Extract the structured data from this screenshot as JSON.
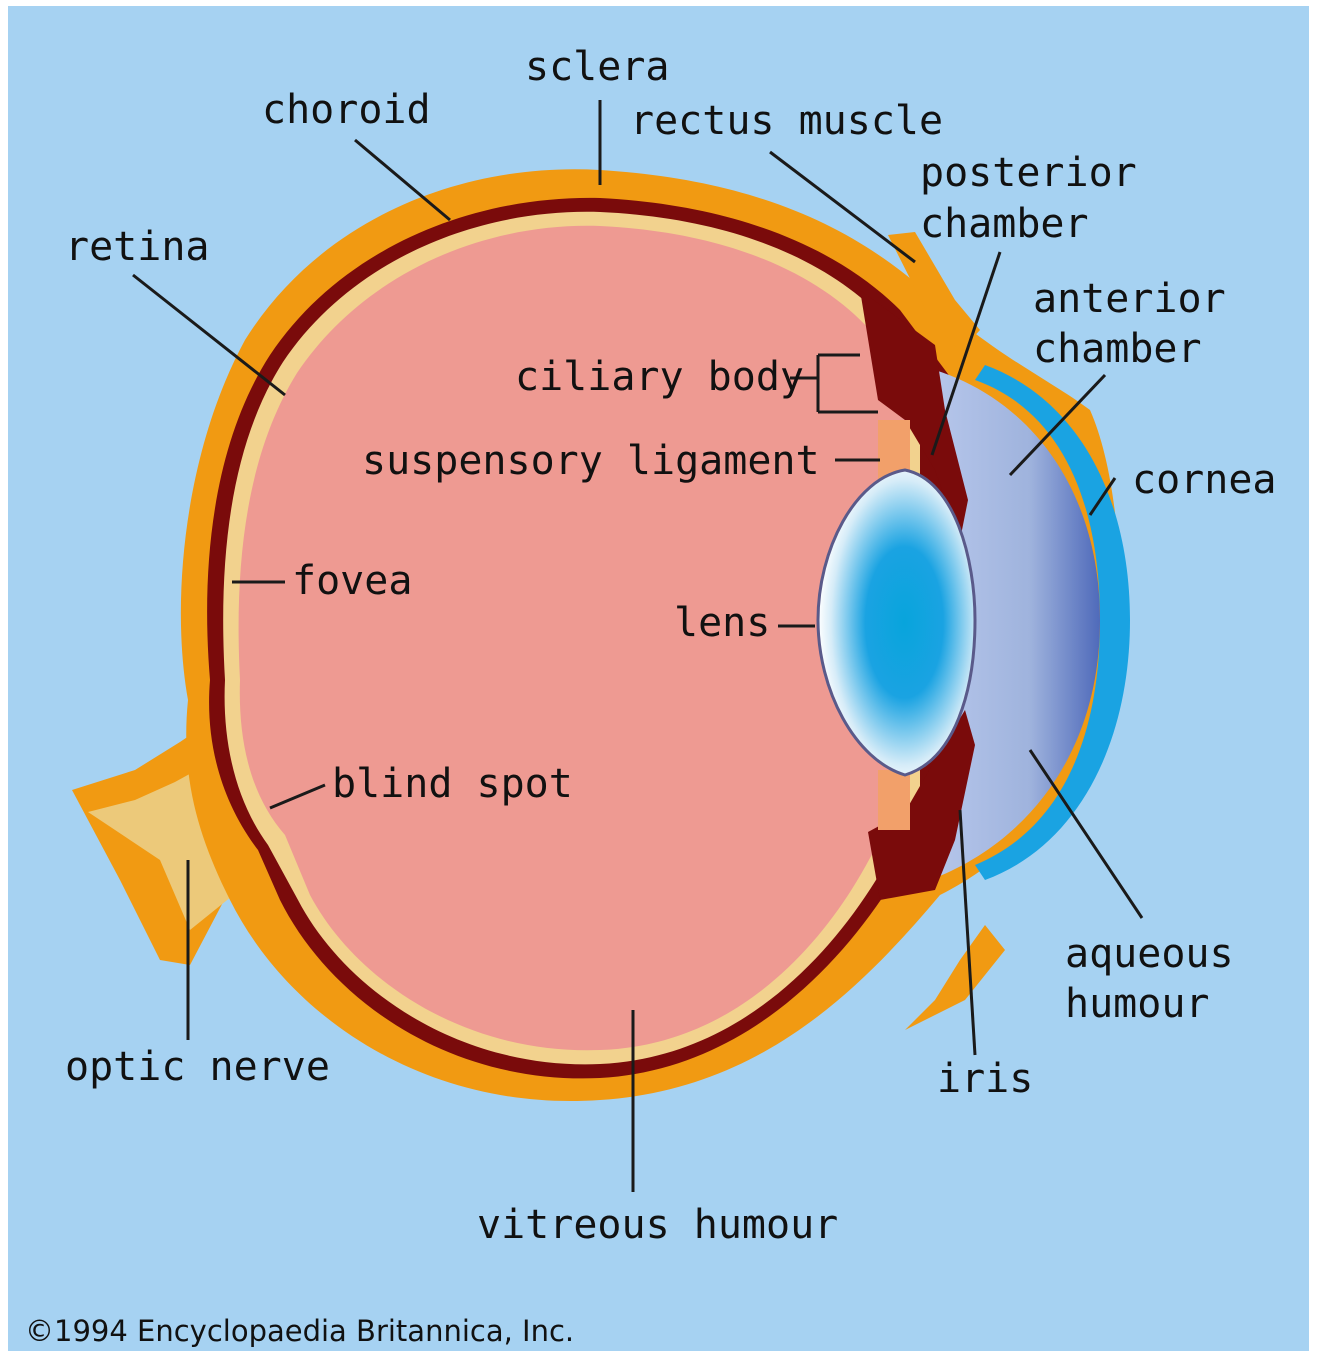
{
  "colors": {
    "background": "#a6d2f2",
    "sclera": "#f19a12",
    "choroid": "#7a0b0b",
    "retina": "#f2d28e",
    "vitreous": "#ee9a92",
    "lens_center": "#08a4dc",
    "aqueous": "#9fb3dd",
    "cornea": "#1aa3e2",
    "optic_nerve": "#ecc97a",
    "ligament": "#f2a06a"
  },
  "labels": {
    "sclera": "sclera",
    "choroid": "choroid",
    "rectus_muscle": "rectus muscle",
    "posterior_chamber_1": "posterior",
    "posterior_chamber_2": "chamber",
    "retina": "retina",
    "anterior_chamber_1": "anterior",
    "anterior_chamber_2": "chamber",
    "ciliary_body": "ciliary body",
    "suspensory_ligament": "suspensory ligament",
    "cornea": "cornea",
    "fovea": "fovea",
    "lens": "lens",
    "blind_spot": "blind spot",
    "aqueous_humour_1": "aqueous",
    "aqueous_humour_2": "humour",
    "optic_nerve": "optic nerve",
    "iris": "iris",
    "vitreous_humour": "vitreous humour"
  },
  "copyright": "©1994 Encyclopaedia Britannica, Inc."
}
